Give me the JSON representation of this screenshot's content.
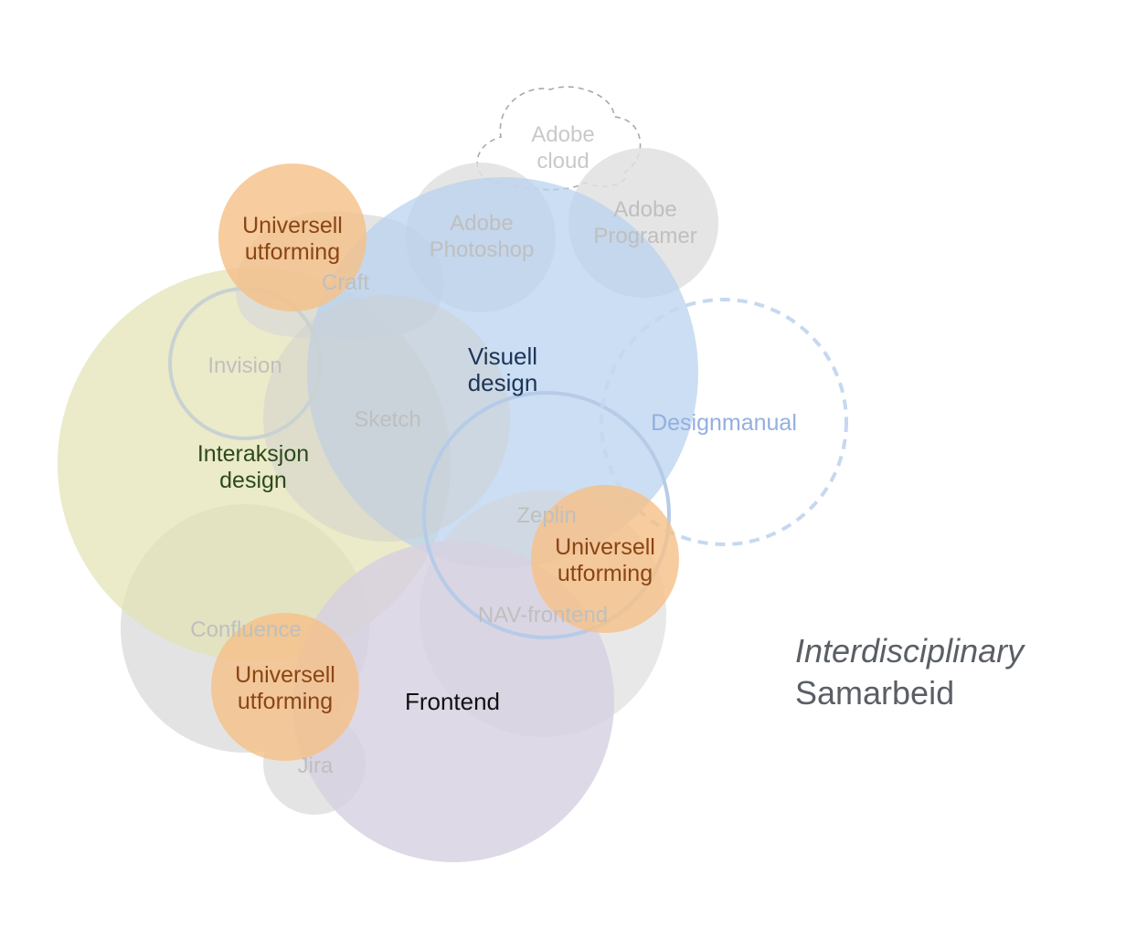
{
  "diagram": {
    "areas": {
      "visual": "Visuell design",
      "interaction": "Interaksjon design",
      "frontend": "Frontend"
    },
    "tools": {
      "adobe_cloud": "Adobe cloud",
      "adobe_photoshop": "Adobe Photoshop",
      "adobe_programs": "Adobe Programer",
      "craft": "Craft",
      "invision": "Invision",
      "sketch": "Sketch",
      "designmanual": "Designmanual",
      "zeplin": "Zeplin",
      "nav_frontend": "NAV-frontend",
      "confluence": "Confluence",
      "jira": "Jira"
    },
    "universal_design": "Universell utforming",
    "caption": {
      "line1": "Interdisciplinary",
      "line2": "Samarbeid"
    },
    "colors": {
      "visual": "#b7d1ef",
      "interaction": "#e3e2b4",
      "frontend": "#d6cfe1",
      "tool_gray": "#dcdcdc",
      "universal": "#f5c189",
      "visual_text": "#1d3557",
      "interaction_text": "#2c4a1c",
      "frontend_text": "#111111",
      "designmanual_text": "#93afe0",
      "universal_text": "#8a4514"
    }
  }
}
